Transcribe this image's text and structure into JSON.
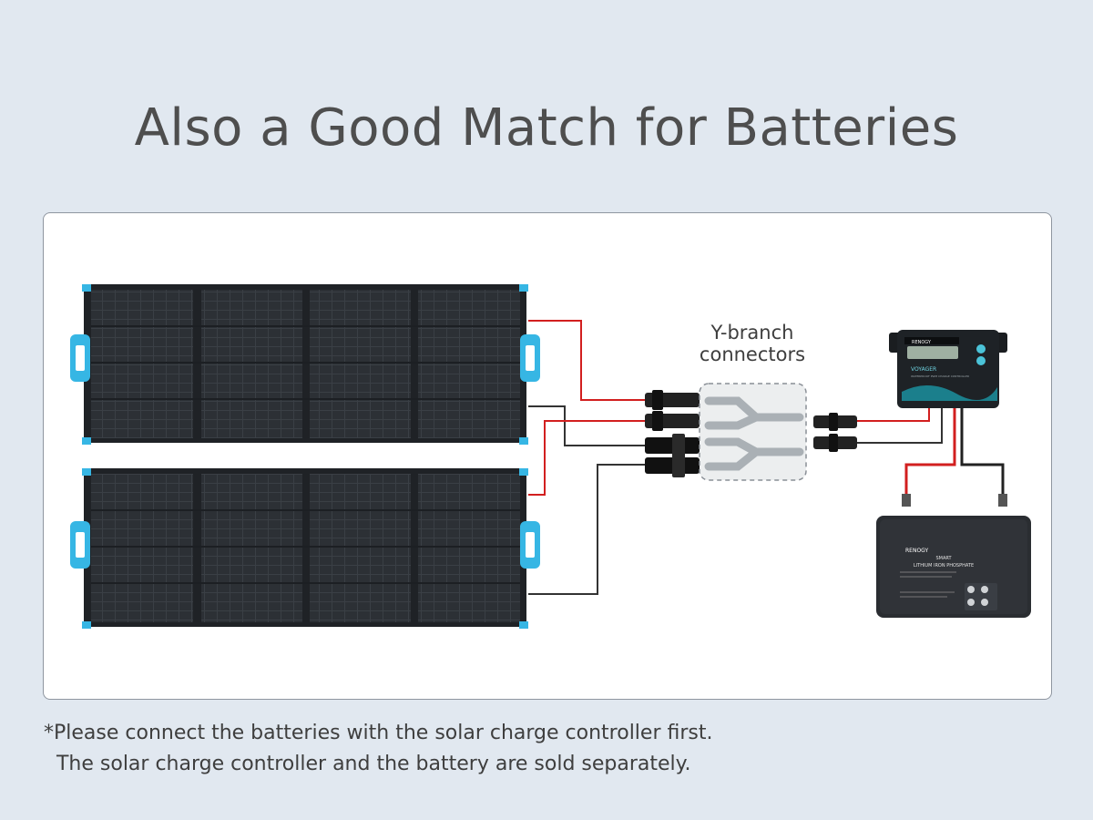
{
  "title": "Also a Good Match for Batteries",
  "ybranch_label": "Y-branch\nconnectors",
  "controller": {
    "brand": "RENOGY",
    "model": "VOYAGER",
    "subtitle": "WATERPROOF PWM CHARGE CONTROLLER"
  },
  "battery": {
    "brand": "RENOGY",
    "line1": "SMART",
    "line2": "LITHIUM IRON PHOSPHATE"
  },
  "note": {
    "line1": "*Please connect the batteries with the solar charge controller first.",
    "line2": "  The solar charge controller and the battery are sold separately."
  },
  "colors": {
    "background": "#e1e8f0",
    "title": "#4e4e4e",
    "panel": "#272a2e",
    "handle": "#36b6e4",
    "wire_positive": "#d21f1f",
    "wire_negative": "#222222"
  }
}
